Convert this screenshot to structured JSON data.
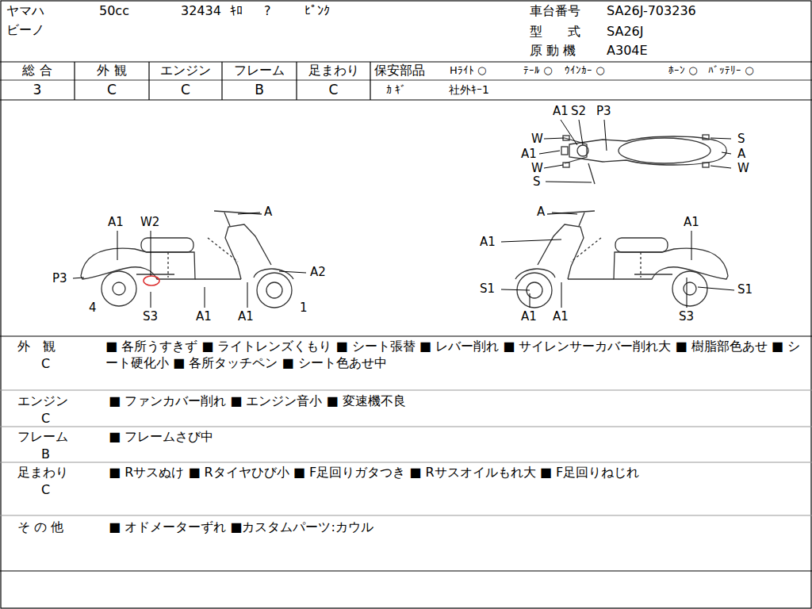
{
  "diagram": {
    "labels": [
      "ヤマハ",
      "50cc",
      "32434",
      "ｷﾛ",
      "?",
      "ﾋﾟﾝｸ",
      "車台番号",
      "SA26J-703236",
      "ビーノ",
      "型　　式",
      "SA26J",
      "原 動 機",
      "A304E",
      "総 合",
      "外 観",
      "エンジン",
      "フレーム",
      "足まわり",
      "3",
      "C",
      "C",
      "B",
      "C",
      "保安部品",
      "Hﾗｲﾄ ○",
      "ﾃｰﾙ ○",
      "ｳｲﾝｶｰ ○",
      "ﾎｰﾝ ○",
      "ﾊﾞｯﾃﾘｰ ○",
      "ｶ ｷﾞ",
      "社外ｷｰ1",
      "A1",
      "S2",
      "P3",
      "W",
      "A1",
      "W",
      "S",
      "S",
      "A",
      "W",
      "A1",
      "W2",
      "A",
      "P3",
      "A2",
      "4",
      "S3",
      "A1",
      "A1",
      "1",
      "A",
      "A1",
      "A1",
      "S1",
      "S1",
      "A1",
      "A1",
      "S3",
      "外　観",
      "C",
      "■ 各所うすきず ■ ライトレンズくもり ■ シート張替 ■ レバー削れ ■ サイレンサーカバー削れ大 ■ 樹脂部色あせ ■ シート硬化小 ■ 各所タッチペン ■ シート色あせ中",
      "エンジン",
      "C",
      "■ ファンカバー削れ ■ エンジン音小 ■ 変速機不良",
      "フレーム",
      "B",
      "■ フレームさび中",
      "足まわり",
      "C",
      "■ Rサスぬけ ■ Rタイヤひび小 ■ F足回りガタつき ■ Rサスオイルもれ大 ■ F足回りねじれ",
      "そ の 他",
      "■ オドメーターずれ ■カスタムパーツ:カウル"
    ]
  }
}
